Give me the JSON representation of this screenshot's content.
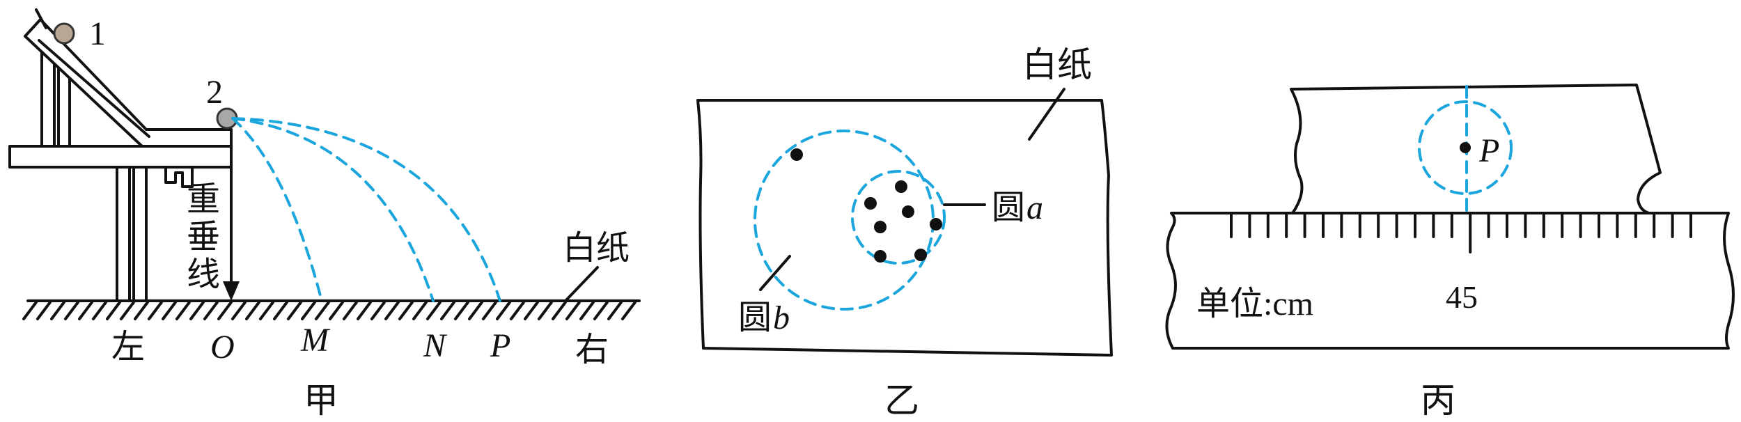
{
  "colors": {
    "ink": "#111111",
    "trajectory": "#1aa6dc",
    "ball": "#b8a792"
  },
  "fig_jia": {
    "caption": "甲",
    "ball_1": "1",
    "ball_2": "2",
    "plumb_label": [
      "重",
      "垂",
      "线"
    ],
    "paper_label": "白纸",
    "left": "左",
    "right": "右",
    "point_o": "O",
    "point_m": "M",
    "point_n": "N",
    "point_p": "P"
  },
  "fig_yi": {
    "caption": "乙",
    "paper_label": "白纸",
    "circle_a_char": "圆",
    "circle_a_letter": "a",
    "circle_b_char": "圆",
    "circle_b_letter": "b"
  },
  "fig_bing": {
    "caption": "丙",
    "point_p": "P",
    "unit_label": "单位:cm",
    "tick_45": "45"
  }
}
